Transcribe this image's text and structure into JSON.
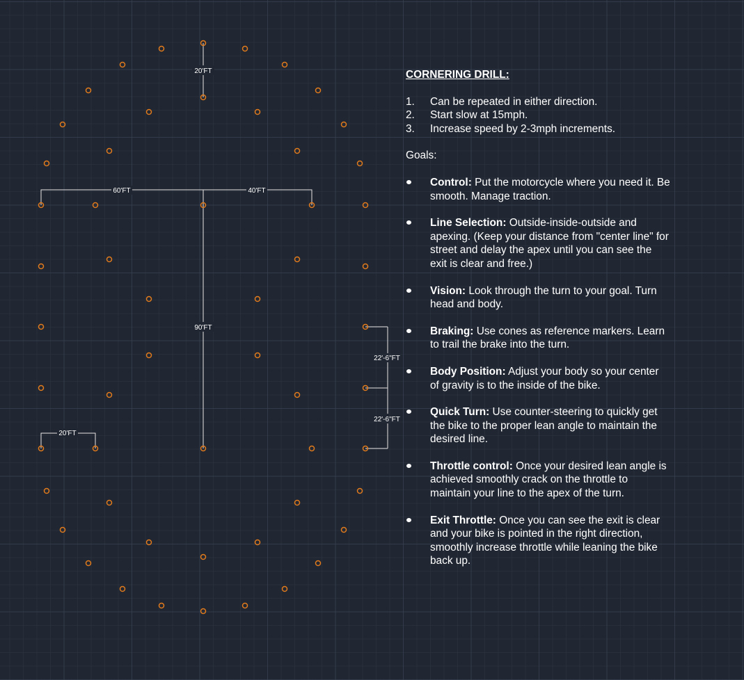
{
  "colors": {
    "cone": "#e07a1c",
    "line": "#e6e6e6",
    "background": "#212732",
    "text": "#ffffff"
  },
  "dimensions": {
    "top": "20'FT",
    "left_span": "60'FT",
    "right_span": "40'FT",
    "vertical": "90'FT",
    "bottom_left": "20'FT",
    "right_upper": "22'-6\"FT",
    "right_lower": "22'-6\"FT"
  },
  "notes": {
    "title": "CORNERING DRILL:",
    "steps": [
      {
        "num": "1.",
        "text": "Can be repeated in either direction."
      },
      {
        "num": "2.",
        "text": "Start slow at 15mph."
      },
      {
        "num": "3.",
        "text": "Increase speed by 2-3mph increments."
      }
    ],
    "goals_label": "Goals:",
    "goals": [
      {
        "title": "Control:",
        "text": "Put the motorcycle where you need it. Be smooth. Manage traction."
      },
      {
        "title": "Line Selection:",
        "text": "Outside-inside-outside and apexing. (Keep your distance from \"center line\" for street and delay the apex until you can see the exit is clear and free.)"
      },
      {
        "title": "Vision:",
        "text": "Look through the turn to your goal. Turn head and body."
      },
      {
        "title": "Braking:",
        "text": "Use cones as reference markers. Learn to trail the brake into the turn."
      },
      {
        "title": "Body Position:",
        "text": "Adjust your body so your center of gravity is to the inside of the bike."
      },
      {
        "title": "Quick Turn:",
        "text": "Use counter-steering to quickly get the bike to the proper lean angle to maintain the desired line."
      },
      {
        "title": "Throttle control:",
        "text": "Once your desired lean angle is achieved smoothly crack on the throttle to maintain your line to the apex of the turn."
      },
      {
        "title": "Exit Throttle:",
        "text": "Once you can see the exit is clear and your bike is pointed in the right direction, smoothly increase throttle while leaning the bike back up."
      }
    ]
  }
}
